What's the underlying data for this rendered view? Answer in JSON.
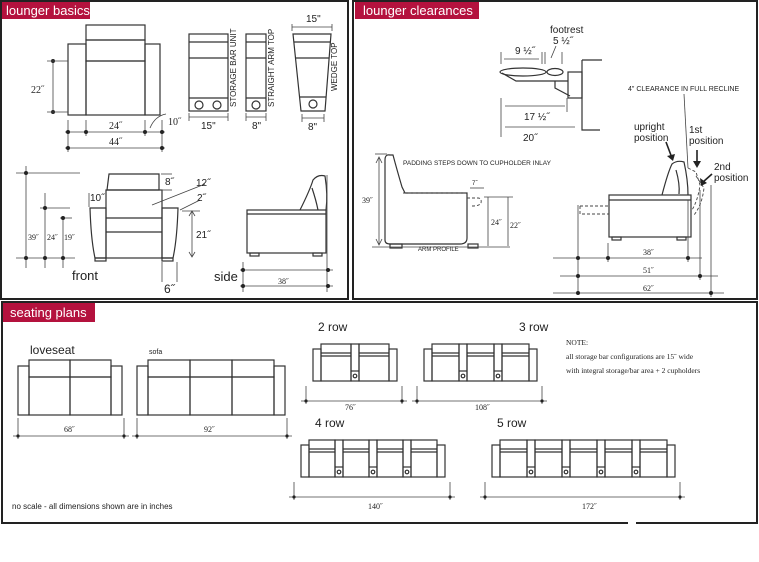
{
  "colors": {
    "header": "#b4123e",
    "line": "#333333",
    "border": "#222222"
  },
  "lounger_basics": {
    "header": "lounger basics",
    "top_dims": {
      "height": "22˝",
      "seat_width": "24˝",
      "overall_width": "44˝",
      "arm": "10˝"
    },
    "storage_bar": {
      "label": "STORAGE BAR UNIT",
      "width": "15\""
    },
    "straight_arm": {
      "label": "STRAIGHT ARM TOP",
      "width": "8\""
    },
    "wedge": {
      "label": "WEDGE TOP",
      "top_width": "15\"",
      "bottom_width": "8\""
    },
    "front": {
      "label": "front",
      "h39": "39˝",
      "h24": "24˝",
      "h19": "19˝",
      "d8": "8˝",
      "d12": "12˝",
      "d2": "2˝",
      "d10": "10˝",
      "d21": "21˝",
      "d6": "6˝"
    },
    "side": {
      "label": "side",
      "depth": "38˝"
    }
  },
  "lounger_clearances": {
    "header": "lounger clearances",
    "footrest": {
      "label": "footrest",
      "d1": "9 ½˝",
      "d2": "5 ½˝",
      "d3": "17 ½˝",
      "d4": "20˝"
    },
    "arm_profile": {
      "note": "PADDING STEPS DOWN TO CUPHOLDER INLAY",
      "label": "ARM PROFILE",
      "h39": "39˝",
      "h24": "24˝",
      "h22": "22˝",
      "w7": "7˝"
    },
    "recline": {
      "clearance": "4\" CLEARANCE IN FULL RECLINE",
      "upright1": "upright",
      "upright2": "position",
      "first1": "1st",
      "first2": "position",
      "second1": "2nd",
      "second2": "position",
      "d38": "38˝",
      "d51": "51˝",
      "d62": "62˝"
    }
  },
  "seating_plans": {
    "header": "seating plans",
    "loveseat": {
      "label": "loveseat",
      "width": "68˝"
    },
    "sofa": {
      "label": "sofa",
      "width": "92˝"
    },
    "row2": {
      "label": "2 row",
      "width": "76˝"
    },
    "row3": {
      "label": "3 row",
      "width": "108˝"
    },
    "row4": {
      "label": "4 row",
      "width": "140˝"
    },
    "row5": {
      "label": "5 row",
      "width": "172˝"
    },
    "note_title": "NOTE:",
    "note_line1": "all storage bar configurations are 15˝ wide",
    "note_line2": "with integral storage/bar area + 2 cupholders",
    "footnote": "no scale - all dimensions shown are in inches"
  }
}
